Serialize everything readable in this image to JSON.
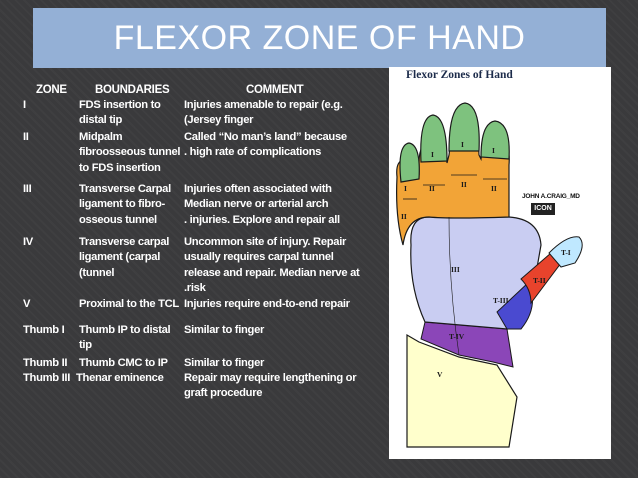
{
  "slide": {
    "title": "FLEXOR ZONE OF HAND"
  },
  "table": {
    "headers": {
      "zone": "ZONE",
      "boundaries": "BOUNDARIES",
      "comment": "COMMENT"
    },
    "rows": [
      {
        "zone": "I",
        "boundaries": "FDS insertion to\ndistal tip",
        "comment": "Injuries amenable to repair (e.g.\n(Jersey finger"
      },
      {
        "zone": "II",
        "boundaries": "Midpalm\nfibroosseous tunnel\nto FDS insertion",
        "comment": "Called “No man’s land” because\n. high rate of complications"
      },
      {
        "zone": "III",
        "boundaries": "Transverse Carpal\nligament to fibro-\nosseous tunnel",
        "comment": "Injuries often associated with\nMedian nerve or arterial arch\n. injuries. Explore and repair all"
      },
      {
        "zone": "IV",
        "boundaries": "Transverse carpal\nligament (carpal\n(tunnel",
        "comment": "Uncommon site of injury. Repair\nusually requires carpal tunnel\nrelease and repair. Median nerve at\n.risk"
      },
      {
        "zone": "V",
        "boundaries": "Proximal to the TCL",
        "comment": "Injuries require end-to-end repair"
      },
      {
        "zone": "Thumb I",
        "boundaries": "Thumb IP to distal\ntip",
        "comment": "Similar to finger"
      },
      {
        "zone": "Thumb II",
        "boundaries": "Thumb CMC to IP",
        "comment": "Similar to finger"
      },
      {
        "zone": "Thumb III",
        "boundaries": "Thenar eminence",
        "comment": "Repair may require lengthening or\ngraft procedure"
      }
    ]
  },
  "figure": {
    "title": "Flexor Zones of Hand",
    "author": "JOHN A.CRAIG_MD",
    "logo_text": "ICON",
    "zone_labels": [
      "I",
      "I",
      "I",
      "I",
      "II",
      "II",
      "II",
      "II",
      "III",
      "T-I",
      "T-II",
      "T-III",
      "T-IV",
      "V"
    ],
    "colors": {
      "zone_I": "#7ec27e",
      "zone_II": "#f2a437",
      "zone_III": "#c9cdf2",
      "zone_IV": "#8b46b8",
      "zone_V": "#ffffcc",
      "thumb_I": "#bfe8ff",
      "thumb_II": "#e8432c",
      "thumb_III": "#4a4ad0",
      "outline": "#1a1a1a"
    }
  }
}
